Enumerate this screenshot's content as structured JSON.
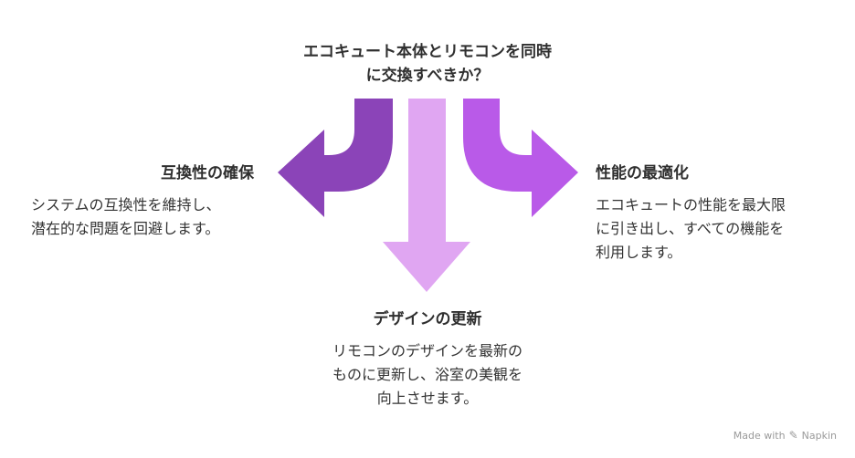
{
  "title": {
    "line1": "エコキュート本体とリモコンを同時",
    "line2": "に交換すべきか？"
  },
  "left": {
    "heading": "互換性の確保",
    "desc_line1": "システムの互換性を維持し、",
    "desc_line2": "潜在的な問題を回避します。"
  },
  "right": {
    "heading": "性能の最適化",
    "desc_line1": "エコキュートの性能を最大限",
    "desc_line2": "に引き出し、すべての機能を",
    "desc_line3": "利用します。"
  },
  "bottom": {
    "heading": "デザインの更新",
    "desc_line1": "リモコンのデザインを最新の",
    "desc_line2": "ものに更新し、浴室の美観を",
    "desc_line3": "向上させます。"
  },
  "credit": {
    "text": "Made with",
    "brand": "Napkin",
    "icon": "napkin-logo-icon"
  },
  "colors": {
    "left_arrow": "#8b44b8",
    "center_arrow": "#e0a6f2",
    "right_arrow": "#b95ae8"
  }
}
